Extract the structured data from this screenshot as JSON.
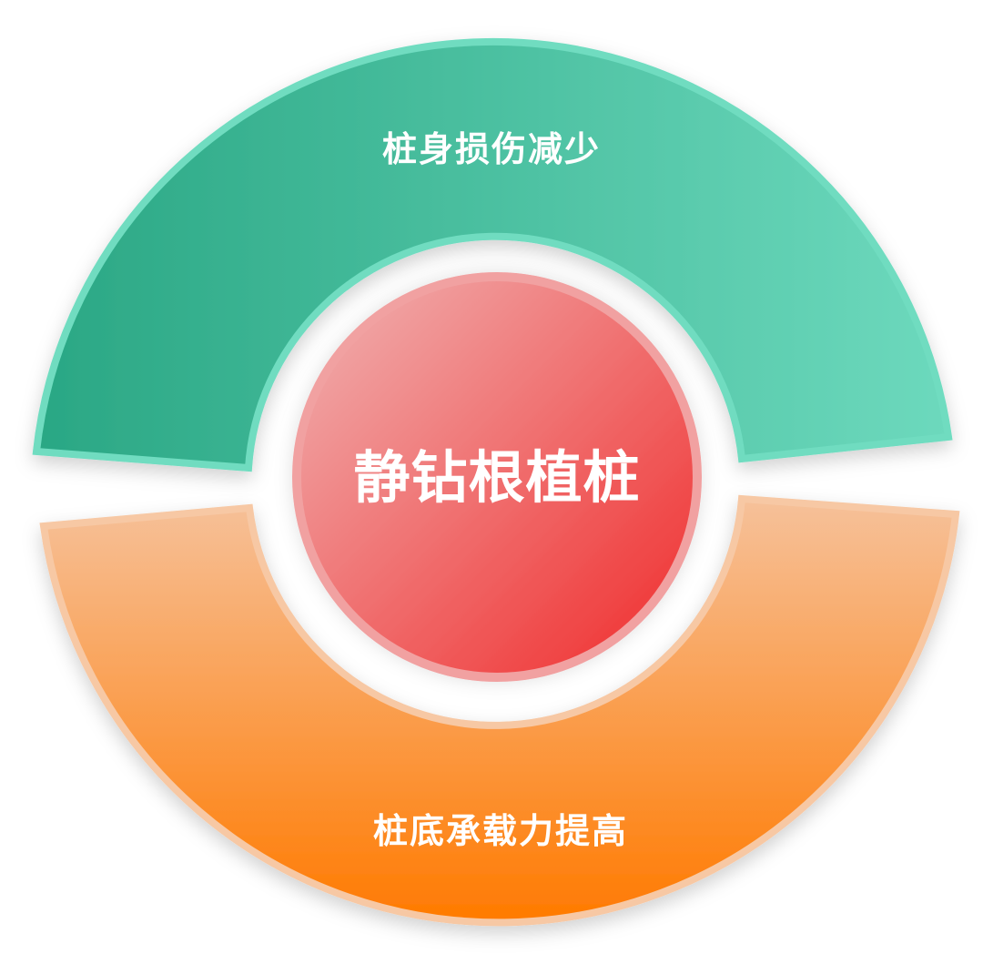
{
  "diagram": {
    "center_label": "静钻根植桩",
    "top_segment_label": "桩身损伤减少",
    "bottom_segment_label": "桩底承载力提高"
  },
  "colors": {
    "top_segment_start": "#2aa784",
    "top_segment_end": "#6dd9bd",
    "bottom_segment_top": "#f6c19a",
    "bottom_segment_bottom": "#ff7a00",
    "center_start": "#f0b4b4",
    "center_end": "#f02a2a"
  }
}
